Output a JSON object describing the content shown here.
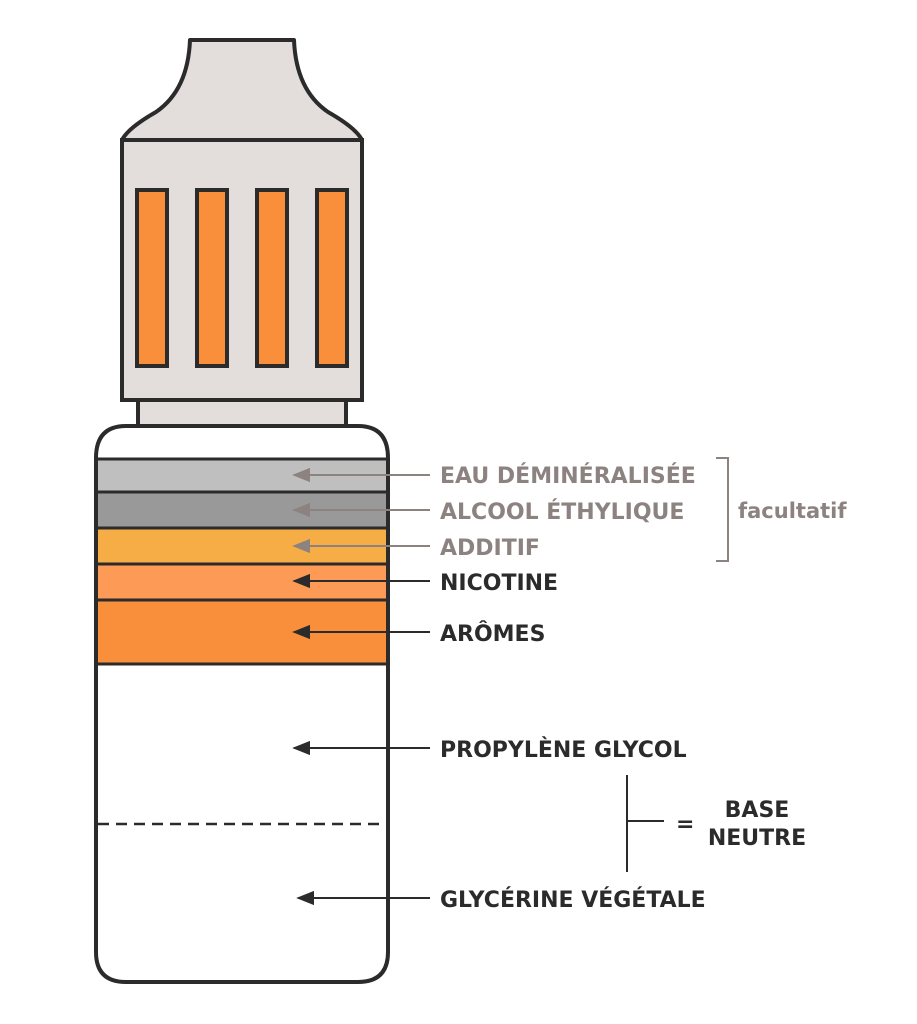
{
  "colors": {
    "outline": "#2b2b2b",
    "cap_fill": "#e3dedc",
    "cap_stripes": "#f98f3a",
    "layer_eau": "#bfbfbf",
    "layer_alcool": "#999999",
    "layer_additif": "#f7ad45",
    "layer_nicotine": "#fd9a56",
    "layer_aromes": "#f98f3a",
    "optional_text": "#8c8280",
    "main_text": "#2b2b2b"
  },
  "labels": {
    "eau": "EAU DÉMINÉRALISÉE",
    "alcool": "ALCOOL ÉTHYLIQUE",
    "additif": "ADDITIF",
    "nicotine": "NICOTINE",
    "aromes": "ARÔMES",
    "propylene": "PROPYLÈNE GLYCOL",
    "glycerine": "GLYCÉRINE VÉGÉTALE"
  },
  "optional_group": {
    "label": "facultatif"
  },
  "base_group": {
    "equals": "=",
    "line1": "BASE",
    "line2": "NEUTRE"
  }
}
